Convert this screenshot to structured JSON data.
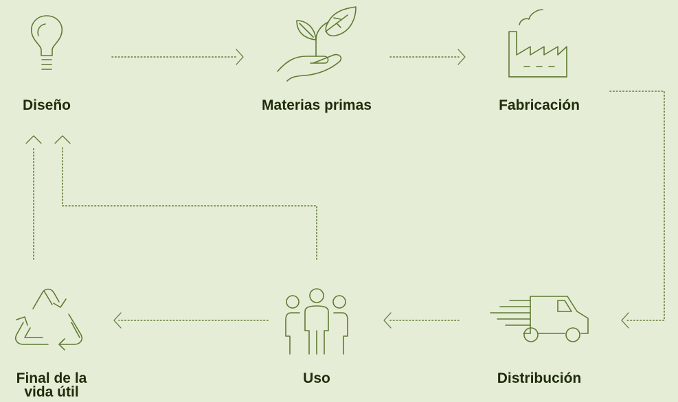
{
  "diagram": {
    "title": "",
    "colors": {
      "background": "#e6edd6",
      "icon_stroke": "#5f7a32",
      "label_text": "#1e2c0c"
    },
    "nodes": [
      {
        "id": "diseno",
        "label": "Diseño",
        "icon": "lightbulb-icon"
      },
      {
        "id": "materias",
        "label": "Materias primas",
        "icon": "plant-hand-icon"
      },
      {
        "id": "fabricacion",
        "label": "Fabricación",
        "icon": "factory-icon"
      },
      {
        "id": "distribucion",
        "label": "Distribución",
        "icon": "delivery-truck-icon"
      },
      {
        "id": "uso",
        "label": "Uso",
        "icon": "people-group-icon"
      },
      {
        "id": "final",
        "label_line1": "Final de la",
        "label_line2": "vida útil",
        "icon": "recycle-icon"
      }
    ],
    "connections": [
      {
        "from": "diseno",
        "to": "materias"
      },
      {
        "from": "materias",
        "to": "fabricacion"
      },
      {
        "from": "fabricacion",
        "to": "distribucion"
      },
      {
        "from": "distribucion",
        "to": "uso"
      },
      {
        "from": "uso",
        "to": "final"
      },
      {
        "from": "uso",
        "to": "diseno"
      },
      {
        "from": "final",
        "to": "diseno"
      }
    ]
  }
}
